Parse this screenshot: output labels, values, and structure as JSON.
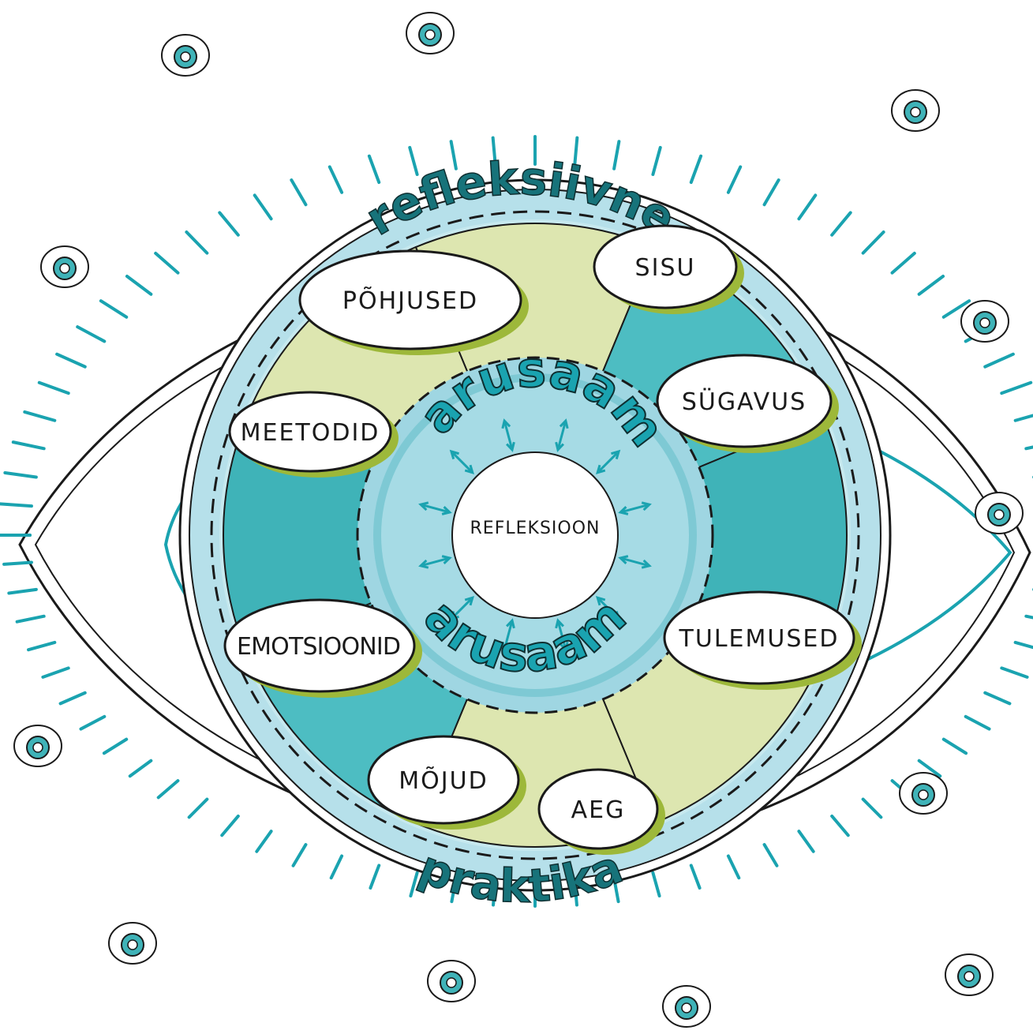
{
  "diagram": {
    "center_label": "REFLEKSIOON",
    "outer_top_text": "refleksiivne",
    "outer_bottom_text": "praktika",
    "inner_top_text": "arusaam",
    "inner_bottom_text": "arusaam",
    "segments": [
      {
        "id": "pohjused",
        "label": "PÕHJUSED"
      },
      {
        "id": "sisu",
        "label": "SISU"
      },
      {
        "id": "meetodid",
        "label": "MEETODID"
      },
      {
        "id": "sugavus",
        "label": "SÜGAVUS"
      },
      {
        "id": "emotsioonid",
        "label": "EMOTSIOONID"
      },
      {
        "id": "tulemused",
        "label": "TULEMUSED"
      },
      {
        "id": "mojud",
        "label": "MÕJUD"
      },
      {
        "id": "aeg",
        "label": "AEG"
      }
    ]
  },
  "colors": {
    "teal": "#3fb3b8",
    "light_blue": "#a9dbe6",
    "yellow_green": "#dde6b0",
    "olive": "#9db83a",
    "ink": "#1a1a1a"
  }
}
